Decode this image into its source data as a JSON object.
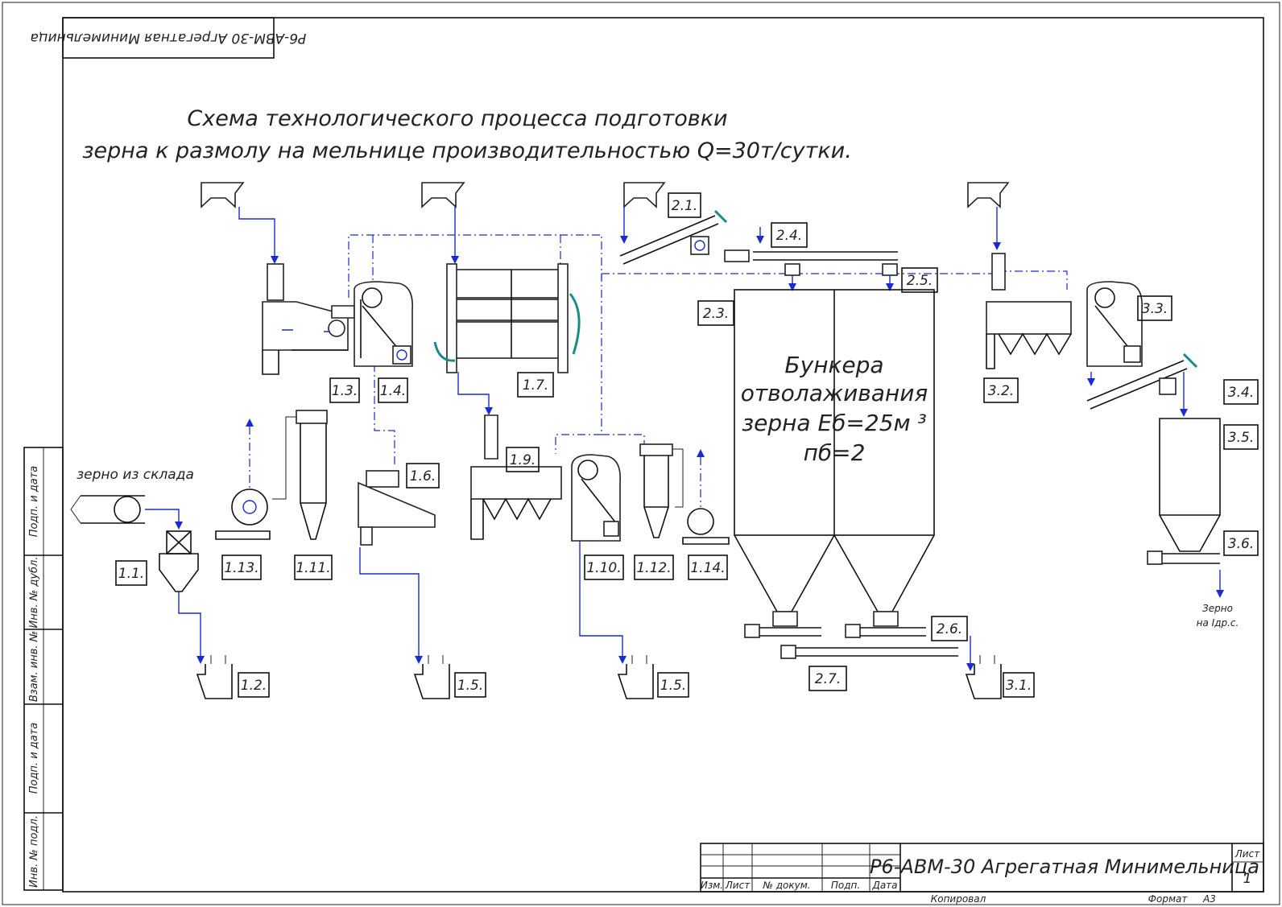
{
  "sheet_header": "Р6-АВМ-30 Агрегатная Минимельница",
  "title": {
    "line1": "Схема технологического процесса подготовки",
    "line2": "зерна к размолу на мельнице производительностью Q=30т/сутки."
  },
  "labels": {
    "grain_from_storage": "зерно из склада",
    "bunker_line1": "Бункера",
    "bunker_line2": "отволаживания",
    "bunker_line3": "зерна Еб=25м ³",
    "bunker_line4": "пб=2",
    "grain_out_line1": "Зерно",
    "grain_out_line2": "на Iдр.с."
  },
  "positions": {
    "p1_1": "1.1.",
    "p1_2": "1.2.",
    "p1_3": "1.3.",
    "p1_4": "1.4.",
    "p1_5a": "1.5.",
    "p1_5b": "1.5.",
    "p1_6": "1.6.",
    "p1_7": "1.7.",
    "p1_9": "1.9.",
    "p1_10": "1.10.",
    "p1_11": "1.11.",
    "p1_12": "1.12.",
    "p1_13": "1.13.",
    "p1_14": "1.14.",
    "p2_1": "2.1.",
    "p2_3": "2.3.",
    "p2_4": "2.4.",
    "p2_5": "2.5.",
    "p2_6": "2.6.",
    "p2_7": "2.7.",
    "p3_1": "3.1.",
    "p3_2": "3.2.",
    "p3_3": "3.3.",
    "p3_4": "3.4.",
    "p3_5": "3.5.",
    "p3_6": "3.6."
  },
  "side_strip": [
    "Подп. и дата",
    "Инв. № дубл.",
    "Взам. инв. №",
    "Подп. и дата",
    "Инв. № подл."
  ],
  "title_block": {
    "document": "Р6-АВМ-30 Агрегатная Минимельница",
    "col_izm": "Изм.",
    "col_list": "Лист",
    "col_doc": "№ докум.",
    "col_podp": "Подп.",
    "col_data": "Дата",
    "sheet_label": "Лист",
    "sheet_number": "1",
    "copied": "Копировал",
    "format_label": "Формат",
    "format_value": "А3"
  }
}
